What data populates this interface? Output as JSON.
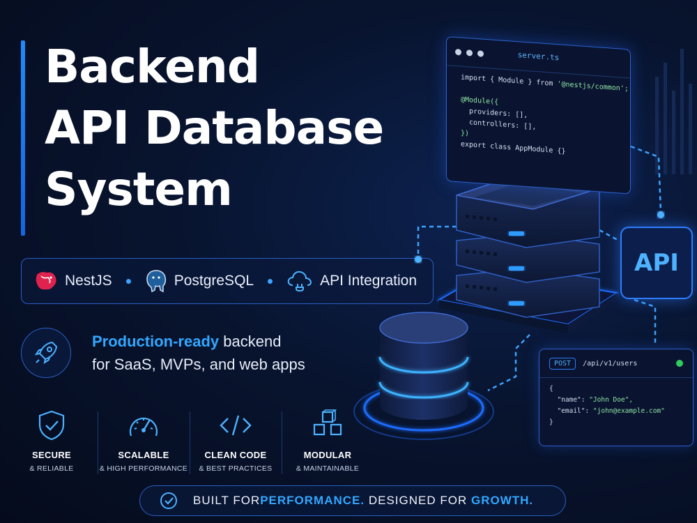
{
  "title": {
    "line1": "Backend",
    "line2": "API Database",
    "line3": "System"
  },
  "tech_stack": [
    {
      "label": "NestJS",
      "icon": "nestjs-logo-icon"
    },
    {
      "label": "PostgreSQL",
      "icon": "postgresql-logo-icon"
    },
    {
      "label": "API Integration",
      "icon": "cloud-plug-icon"
    }
  ],
  "tagline": {
    "highlight": "Production-ready",
    "rest_line1": " backend",
    "line2": "for SaaS, MVPs, and web apps"
  },
  "features": [
    {
      "title": "SECURE",
      "subtitle": "& RELIABLE",
      "icon": "shield-check-icon"
    },
    {
      "title": "SCALABLE",
      "subtitle": "& HIGH PERFORMANCE",
      "icon": "speedometer-icon"
    },
    {
      "title": "CLEAN CODE",
      "subtitle": "& BEST PRACTICES",
      "icon": "code-brackets-icon"
    },
    {
      "title": "MODULAR",
      "subtitle": "& MAINTAINABLE",
      "icon": "modular-cubes-icon"
    }
  ],
  "banner": {
    "part1": "BUILT FOR ",
    "hl1": "PERFORMANCE.",
    "part2": " DESIGNED FOR ",
    "hl2": "GROWTH."
  },
  "code_window": {
    "filename": "server.ts",
    "lines": {
      "l1a": "import { Module } from ",
      "l1b": "'@nestjs/common';",
      "l2": "@Module({",
      "l3": "  providers: [],",
      "l4": "  controllers: [],",
      "l5": "})",
      "l6": "export class AppModule {}"
    }
  },
  "api_badge": "API",
  "request": {
    "method": "POST",
    "path": "/api/v1/users",
    "open": "{",
    "name_key": "  \"name\": ",
    "name_val": "\"John Doe\",",
    "email_key": "  \"email\": ",
    "email_val": "\"john@example.com\"",
    "close": "}"
  },
  "colors": {
    "accent": "#32a8ff",
    "background": "#08142f",
    "border": "#2a5fc4",
    "status_ok": "#2ecc5f"
  }
}
